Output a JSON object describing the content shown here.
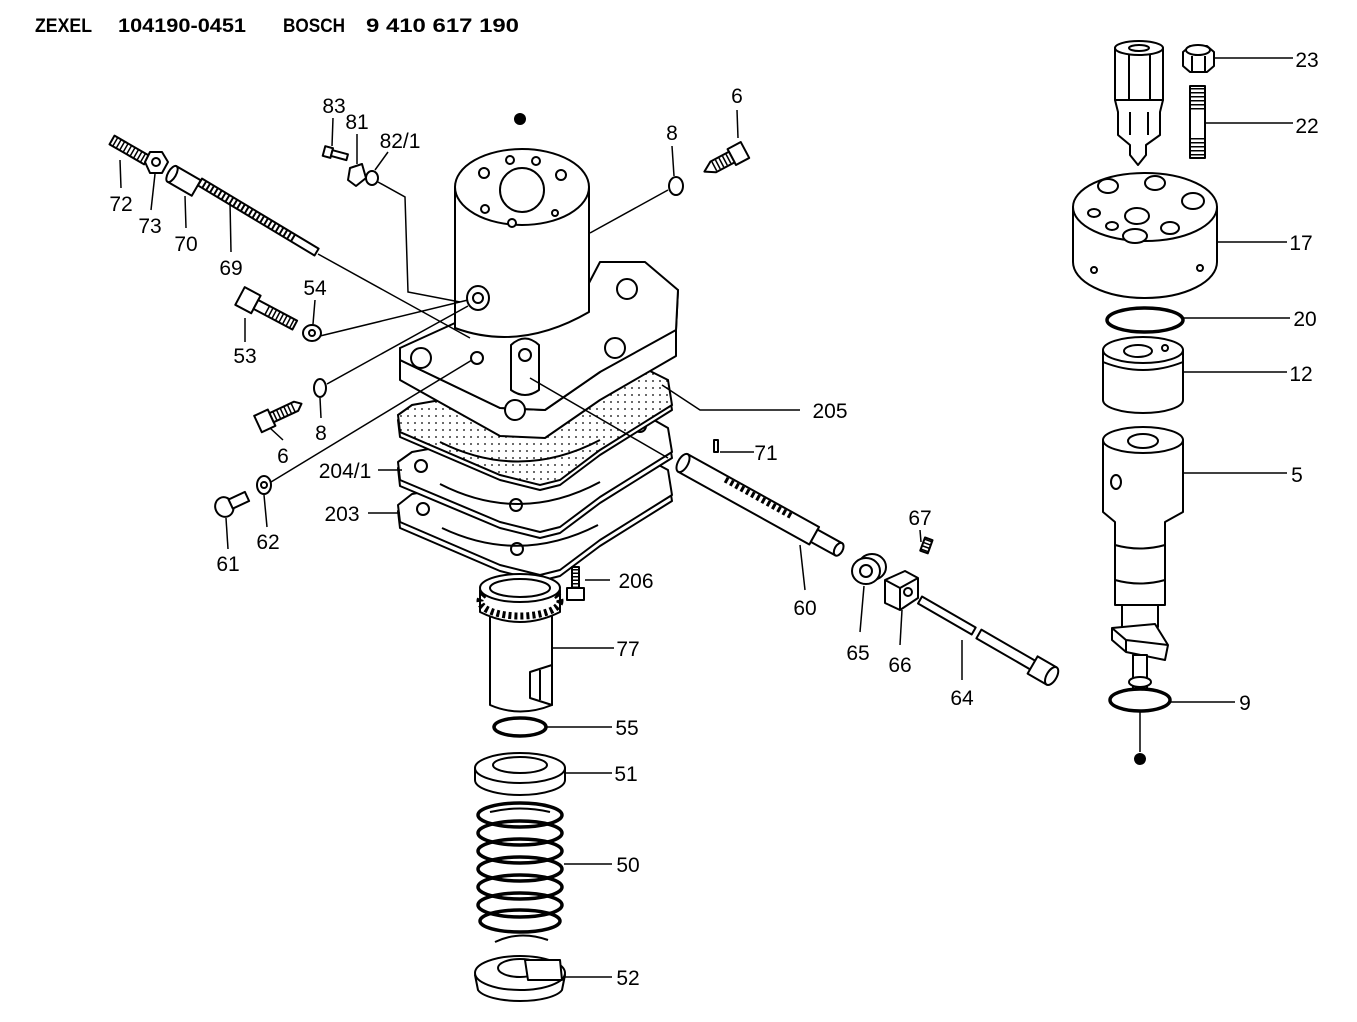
{
  "header": {
    "maker": "ZEXEL",
    "zexel_number": "104190-0451",
    "oem": "BOSCH",
    "oem_number": "9 410 617 190"
  },
  "callouts": {
    "c83": "83",
    "c81": "81",
    "c82_1": "82/1",
    "c6_top": "6",
    "c8_top": "8",
    "c72": "72",
    "c73": "73",
    "c70": "70",
    "c69": "69",
    "c54": "54",
    "c53": "53",
    "c6_left": "6",
    "c8_left": "8",
    "c205": "205",
    "c204_1": "204/1",
    "c203": "203",
    "c71": "71",
    "c67": "67",
    "c206": "206",
    "c60": "60",
    "c65": "65",
    "c66": "66",
    "c64": "64",
    "c61": "61",
    "c62": "62",
    "c77": "77",
    "c55": "55",
    "c51": "51",
    "c50": "50",
    "c52": "52",
    "c23": "23",
    "c22": "22",
    "c17": "17",
    "c20": "20",
    "c12": "12",
    "c5": "5",
    "c9": "9"
  },
  "colors": {
    "ink": "#000000",
    "paper": "#ffffff"
  }
}
